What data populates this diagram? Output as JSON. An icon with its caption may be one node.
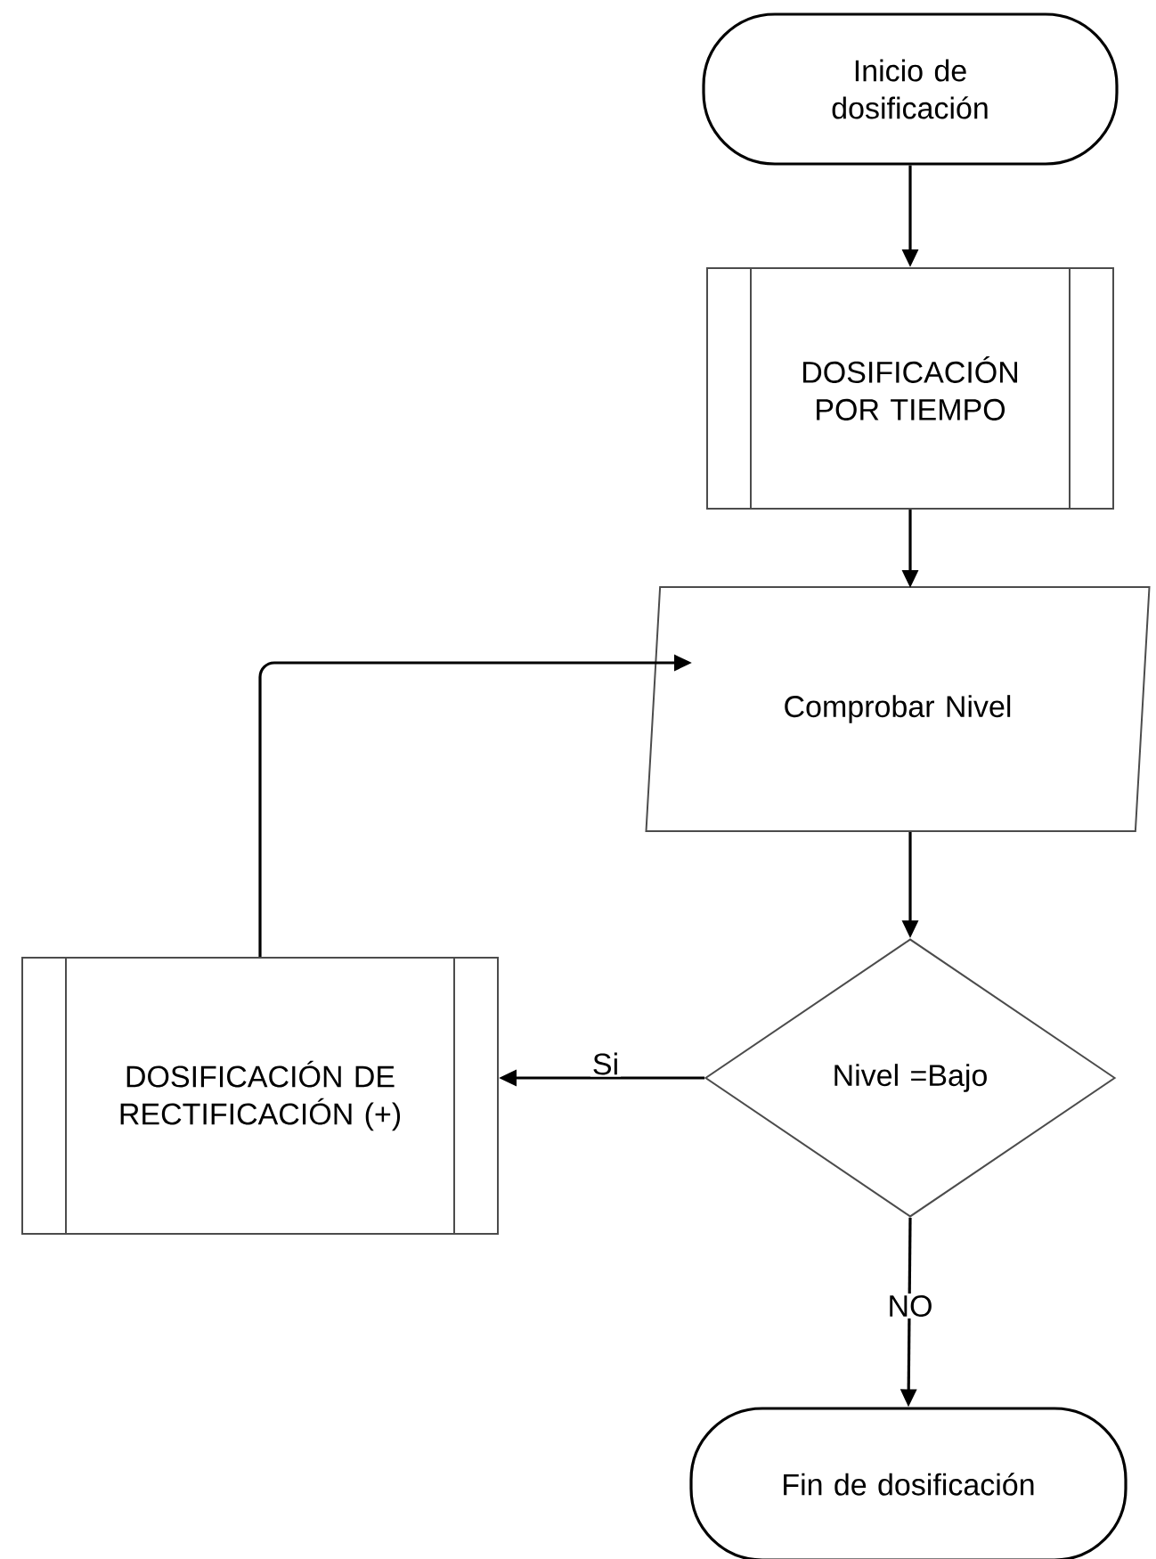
{
  "diagram": {
    "nodes": [
      {
        "text": [
          "Inicio de dosificación"
        ]
      },
      {
        "text": [
          "DOSIFICACIÓN POR TIEMPO"
        ]
      },
      {
        "text": [
          "Comprobar Nivel"
        ]
      },
      {
        "text": [
          "Nivel =Bajo"
        ]
      },
      {
        "text": [
          "DOSIFICACIÓN DE RECTIFICACIÓN (+)"
        ]
      },
      {
        "text": [
          "Fin de dosificación"
        ]
      }
    ],
    "edges": [
      {
        "from": 0,
        "to": 1,
        "arrow": "to"
      },
      {
        "from": 1,
        "to": 2,
        "arrow": "to"
      },
      {
        "from": 2,
        "to": 3,
        "arrow": "to"
      },
      {
        "from": 3,
        "to": 4,
        "arrow": "to",
        "label": "Si"
      },
      {
        "from": 3,
        "to": 5,
        "arrow": "to",
        "label": "NO"
      },
      {
        "from": 4,
        "to": 2,
        "arrow": "to"
      }
    ]
  }
}
